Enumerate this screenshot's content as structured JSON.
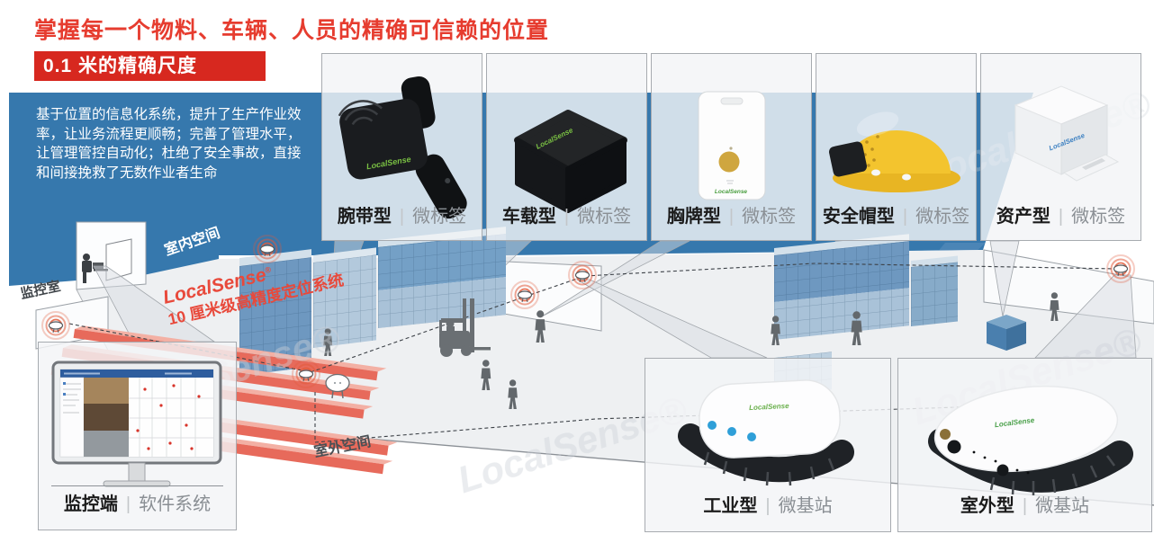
{
  "header": {
    "title": "掌握每一个物料、车辆、人员的精确可信赖的位置",
    "banner": "0.1 米的精确尺度"
  },
  "intro": {
    "text": "基于位置的信息化系统，提升了生产作业效率，让业务流程更顺畅；完善了管理水平，让管理管控自动化；杜绝了安全事故，直接和间接挽救了无数作业者生命"
  },
  "ui": {
    "divider": "|"
  },
  "tags": {
    "items": [
      {
        "name": "腕带型",
        "category": "微标签"
      },
      {
        "name": "车载型",
        "category": "微标签"
      },
      {
        "name": "胸牌型",
        "category": "微标签"
      },
      {
        "name": "安全帽型",
        "category": "微标签"
      },
      {
        "name": "资产型",
        "category": "微标签"
      }
    ]
  },
  "stations": {
    "items": [
      {
        "name": "工业型",
        "category": "微基站"
      },
      {
        "name": "室外型",
        "category": "微基站"
      }
    ]
  },
  "monitor": {
    "name": "监控端",
    "category": "软件系统"
  },
  "scene": {
    "brand": "LocalSense",
    "reg": "®",
    "slogan": "10 厘米级高精度定位系统",
    "watermark": "LocalSense®",
    "labels": {
      "monitor_room": "监控室",
      "indoor": "室内空间",
      "outdoor": "室外空间"
    }
  },
  "colors": {
    "title_red": "#e63c2f",
    "banner_red": "#d7281f",
    "panel_blue": "#3678ad",
    "ping_orange": "#e25a3a",
    "container_blue": "#6e98c0",
    "rail_red": "#e76a5b"
  }
}
